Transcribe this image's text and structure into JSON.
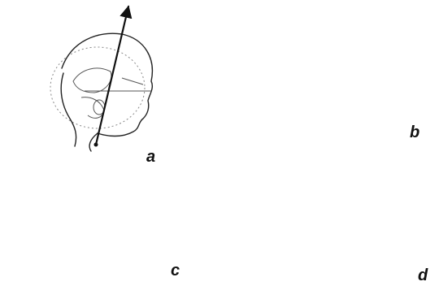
{
  "panels": [
    {
      "id": "a",
      "label": "a"
    },
    {
      "id": "b",
      "label": "b"
    },
    {
      "id": "c",
      "label": "c"
    },
    {
      "id": "d",
      "label": "d"
    }
  ],
  "colors": {
    "ink": "#222222",
    "background": "#ffffff"
  }
}
